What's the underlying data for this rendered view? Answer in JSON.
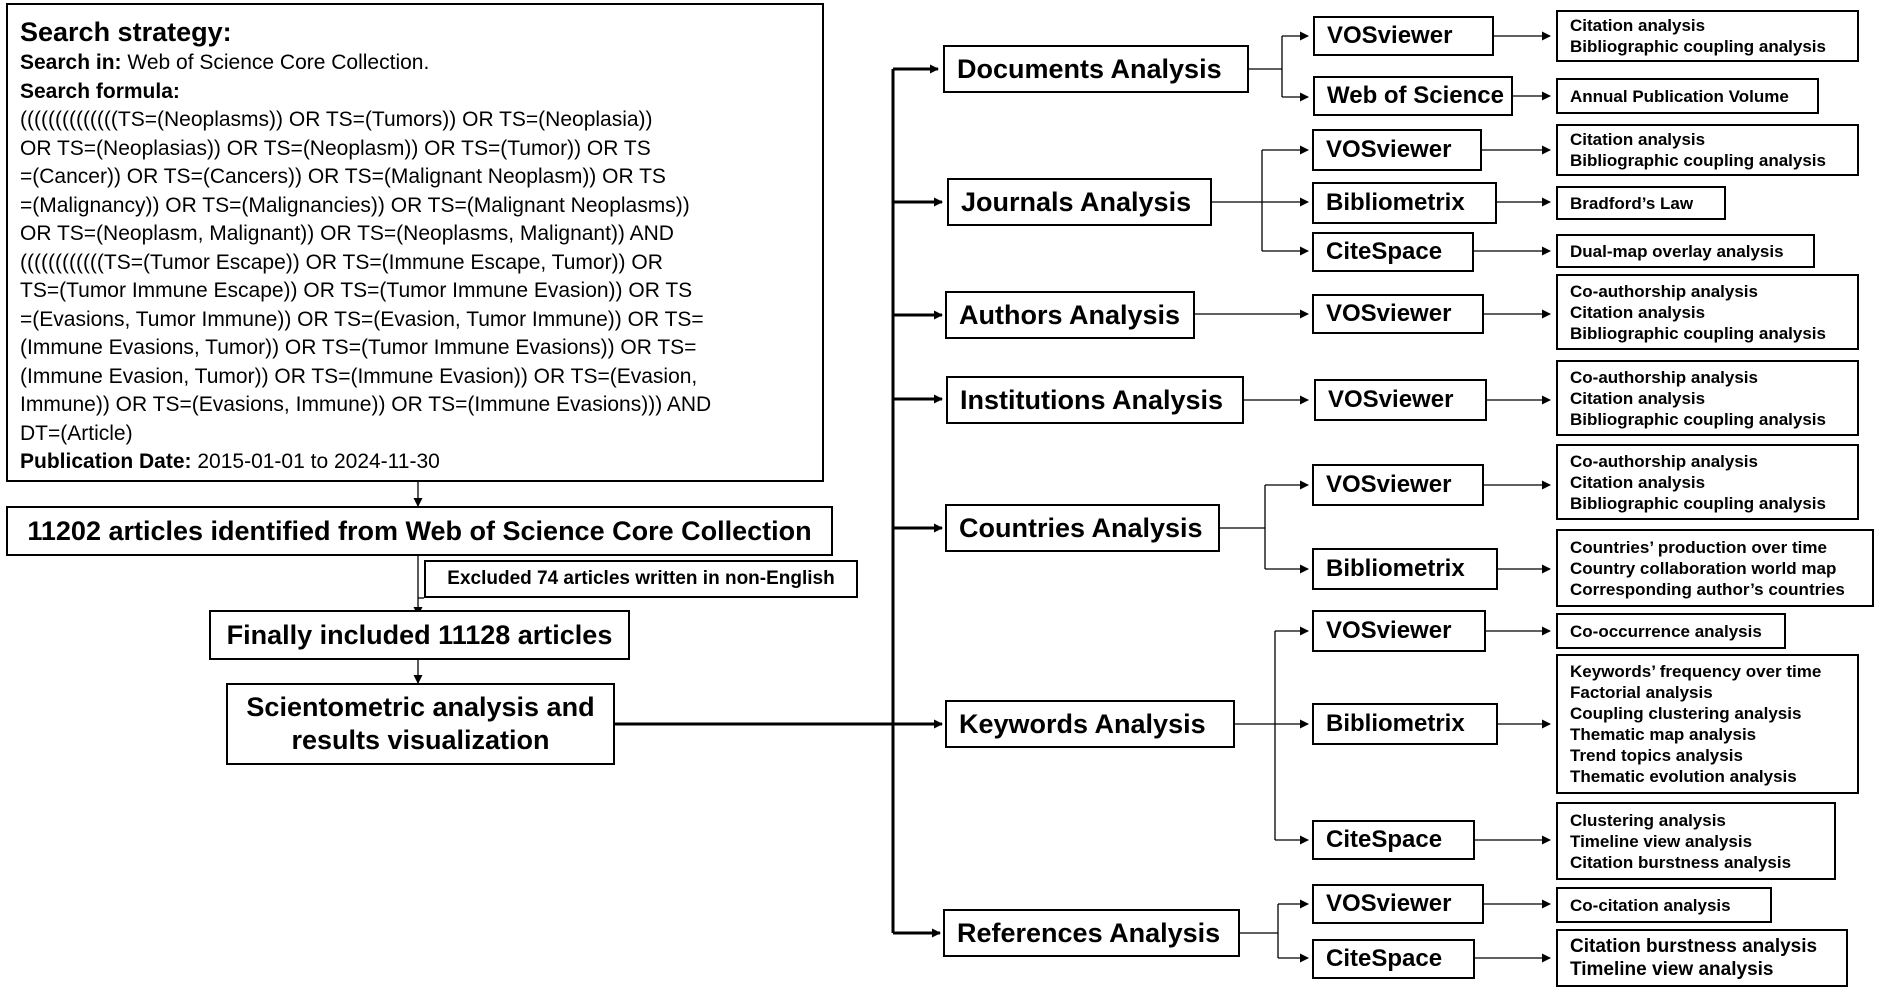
{
  "strategy": {
    "heading": "Search strategy:",
    "search_in_label": "Search in:",
    "search_in_value": " Web of Science Core Collection.",
    "formula_label": "Search formula:",
    "formula_lines": [
      "((((((((((((((TS=(Neoplasms)) OR TS=(Tumors)) OR TS=(Neoplasia))",
      "OR TS=(Neoplasias)) OR TS=(Neoplasm)) OR TS=(Tumor)) OR TS",
      "=(Cancer)) OR TS=(Cancers)) OR TS=(Malignant Neoplasm)) OR TS",
      "=(Malignancy)) OR TS=(Malignancies)) OR TS=(Malignant Neoplasms))",
      "OR TS=(Neoplasm, Malignant)) OR TS=(Neoplasms, Malignant)) AND",
      "((((((((((((TS=(Tumor Escape)) OR TS=(Immune Escape, Tumor)) OR",
      "TS=(Tumor Immune Escape)) OR TS=(Tumor Immune Evasion)) OR TS",
      "=(Evasions, Tumor Immune)) OR TS=(Evasion, Tumor Immune)) OR TS=",
      "(Immune Evasions, Tumor)) OR TS=(Tumor Immune Evasions)) OR TS=",
      "(Immune Evasion, Tumor)) OR TS=(Immune Evasion)) OR TS=(Evasion,",
      "Immune)) OR TS=(Evasions, Immune)) OR TS=(Immune Evasions))) AND",
      "DT=(Article)"
    ],
    "date_label": "Publication Date:",
    "date_value": " 2015-01-01 to 2024-11-30"
  },
  "flow": {
    "identified": "11202 articles identified from Web of Science Core Collection",
    "excluded": "Excluded 74 articles written in non-English",
    "included": "Finally included 11128 articles",
    "analysis_line1": "Scientometric analysis and",
    "analysis_line2": "results visualization"
  },
  "sections": {
    "documents": "Documents Analysis",
    "journals": "Journals Analysis",
    "authors": "Authors Analysis",
    "institutions": "Institutions Analysis",
    "countries": "Countries Analysis",
    "keywords": "Keywords Analysis",
    "references": "References Analysis"
  },
  "tools": {
    "vosviewer": "VOSviewer",
    "wos": "Web of Science",
    "bibliometrix": "Bibliometrix",
    "citespace": "CiteSpace"
  },
  "outputs": {
    "doc_vos": [
      "Citation analysis",
      "Bibliographic coupling analysis"
    ],
    "doc_wos": [
      "Annual Publication Volume"
    ],
    "jour_vos": [
      "Citation analysis",
      "Bibliographic coupling analysis"
    ],
    "jour_bib": [
      "Bradford’s Law"
    ],
    "jour_cite": [
      "Dual-map overlay analysis"
    ],
    "auth_vos": [
      "Co-authorship analysis",
      "Citation analysis",
      "Bibliographic coupling analysis"
    ],
    "inst_vos": [
      "Co-authorship analysis",
      "Citation analysis",
      "Bibliographic coupling analysis"
    ],
    "ctry_vos": [
      "Co-authorship analysis",
      "Citation analysis",
      "Bibliographic coupling analysis"
    ],
    "ctry_bib": [
      "Countries’ production over time",
      "Country collaboration world map",
      "Corresponding author’s countries"
    ],
    "kw_vos": [
      "Co-occurrence analysis"
    ],
    "kw_bib": [
      "Keywords’ frequency over time",
      "Factorial analysis",
      "Coupling clustering analysis",
      "Thematic map analysis",
      "Trend topics analysis",
      "Thematic evolution analysis"
    ],
    "kw_cite": [
      "Clustering analysis",
      "Timeline view analysis",
      "Citation burstness analysis"
    ],
    "ref_vos": [
      "Co-citation analysis"
    ],
    "ref_cite": [
      "Citation burstness analysis",
      "Timeline view analysis"
    ]
  }
}
